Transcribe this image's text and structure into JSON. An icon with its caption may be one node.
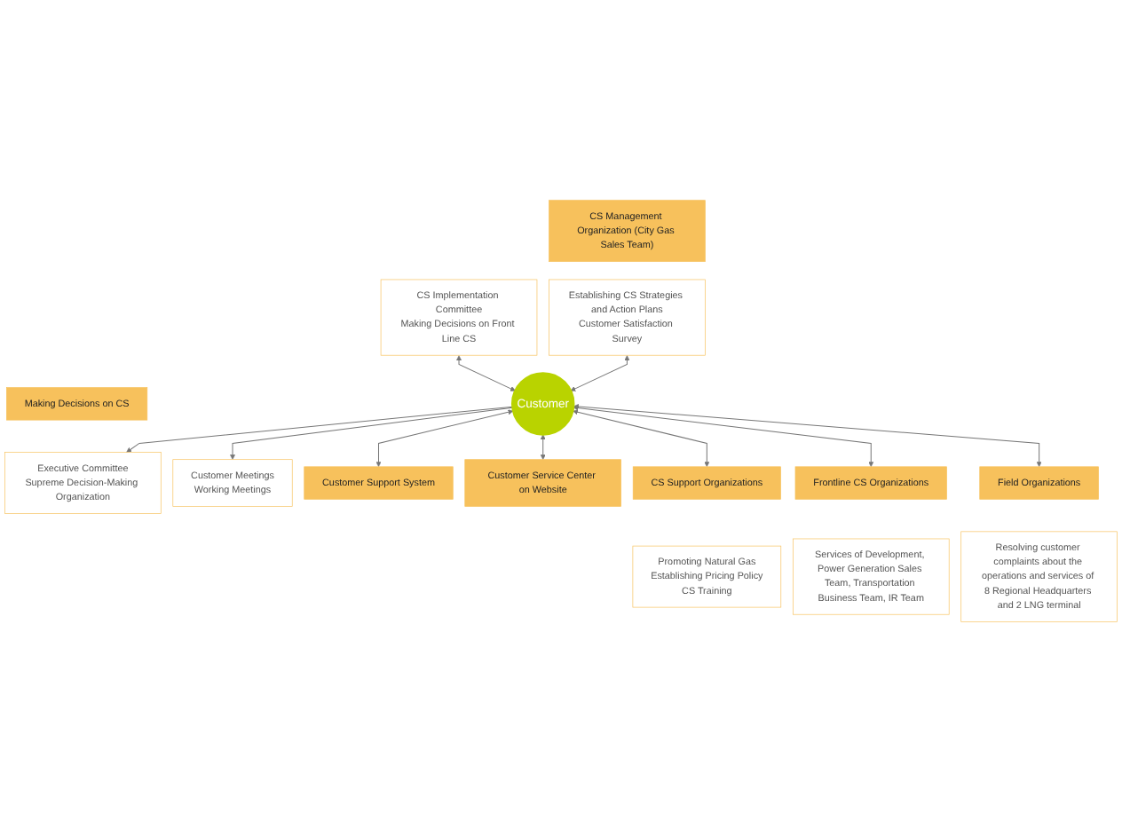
{
  "diagram": {
    "nodes": [
      {
        "text": [
          "Making Decisions on CS"
        ]
      },
      {
        "text": [
          "Executive Committee",
          "Supreme Decision-Making Organization"
        ]
      },
      {
        "text": [
          "CS Implementation Committee",
          "Making Decisions on Front Line CS"
        ]
      },
      {
        "text": [
          "Customer Meetings",
          "Working Meetings"
        ]
      },
      {
        "text": [
          "CS Management Organization (City Gas Sales Team)"
        ]
      },
      {
        "text": [
          "Establishing CS Strategies and Action Plans",
          "Customer Satisfaction Survey"
        ]
      },
      {
        "text": [
          "Customer"
        ]
      },
      {
        "text": [
          "Customer Support System"
        ]
      },
      {
        "text": [
          "Customer Service Center on Website"
        ]
      },
      {
        "text": [
          "CS Support Organizations"
        ]
      },
      {
        "text": [
          "Promoting Natural Gas",
          "Establishing Pricing Policy",
          "CS Training"
        ]
      },
      {
        "text": [
          "Frontline CS Organizations"
        ]
      },
      {
        "text": [
          "Services of Development, Power Generation Sales Team, Transportation Business Team, IR Team"
        ]
      },
      {
        "text": [
          "Field Organizations"
        ]
      },
      {
        "text": [
          "Resolving customer complaints about the operations and services of 8 Regional Headquarters and 2 LNG terminal"
        ]
      }
    ],
    "edges": [
      {
        "from": 6,
        "to": 1,
        "arrow": "to"
      },
      {
        "from": 2,
        "to": 6,
        "arrow": "both"
      },
      {
        "from": 6,
        "to": 3,
        "arrow": "to"
      },
      {
        "from": 5,
        "to": 6,
        "arrow": "both"
      },
      {
        "from": 6,
        "to": 7,
        "arrow": "both"
      },
      {
        "from": 6,
        "to": 8,
        "arrow": "both"
      },
      {
        "from": 6,
        "to": 9,
        "arrow": "both"
      },
      {
        "from": 6,
        "to": 11,
        "arrow": "both"
      },
      {
        "from": 6,
        "to": 13,
        "arrow": "both"
      }
    ]
  }
}
